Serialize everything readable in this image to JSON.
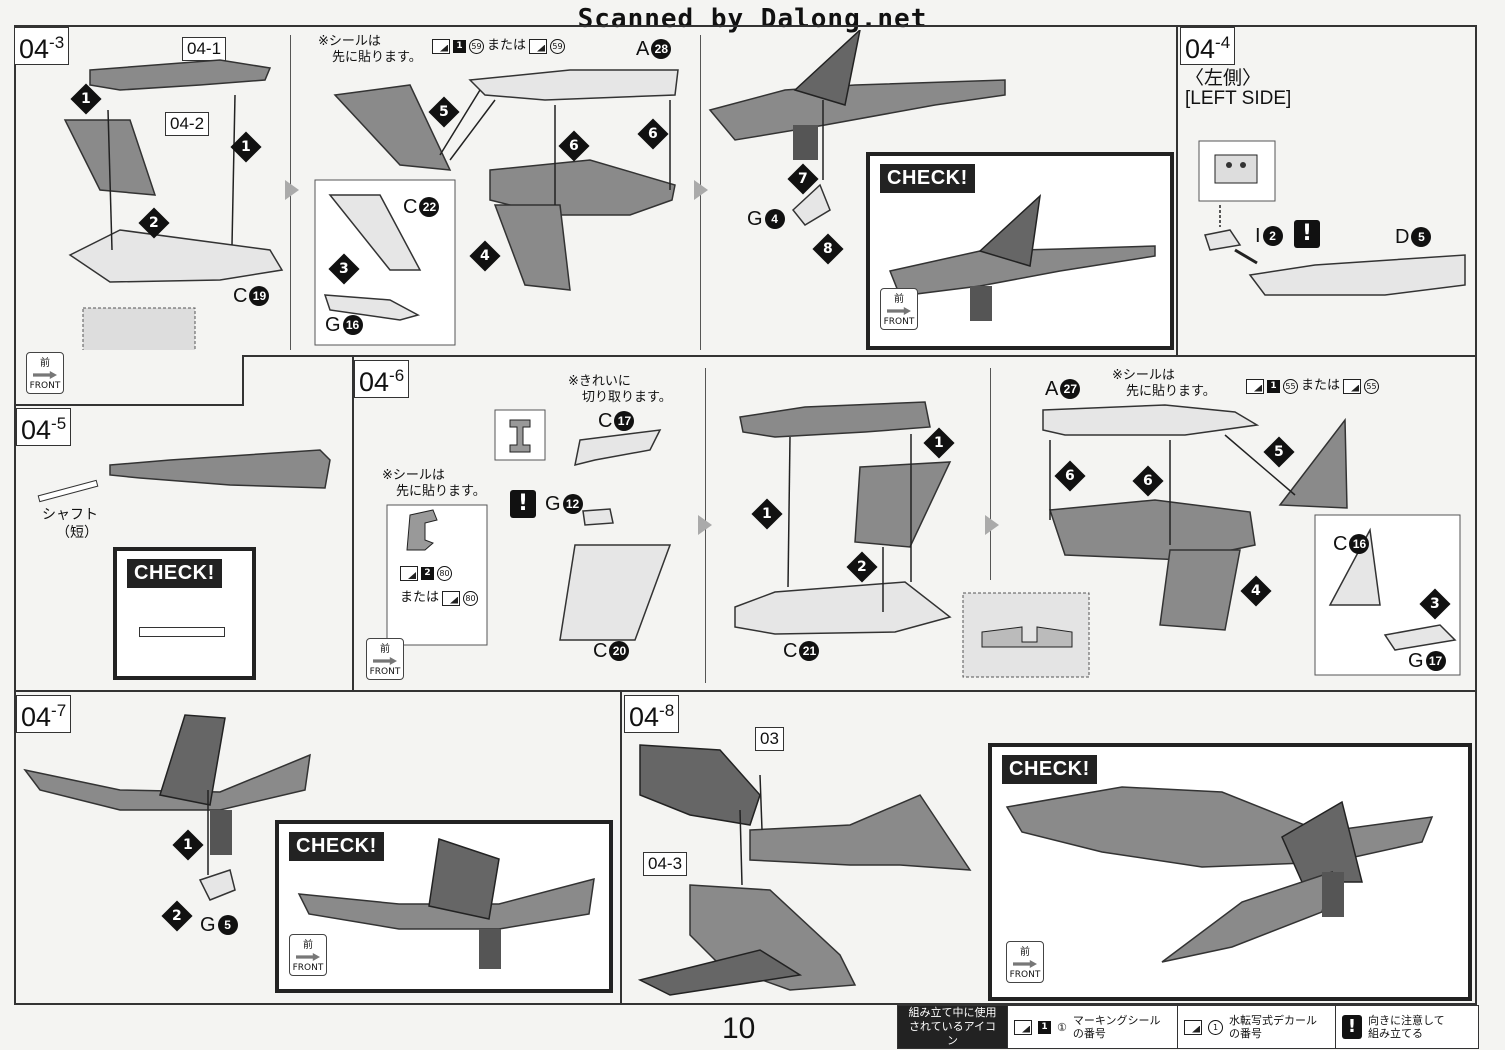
{
  "watermark": "Scanned by Dalong.net",
  "page_number": "10",
  "steps": {
    "s043": {
      "label": "04",
      "sub": "-3"
    },
    "s044": {
      "label": "04",
      "sub": "-4",
      "side_jp": "〈左側〉",
      "side_en": "[LEFT SIDE]"
    },
    "s045": {
      "label": "04",
      "sub": "-5"
    },
    "s046": {
      "label": "04",
      "sub": "-6"
    },
    "s047": {
      "label": "04",
      "sub": "-7"
    },
    "s048": {
      "label": "04",
      "sub": "-8"
    }
  },
  "refs": {
    "r041": "04-1",
    "r042": "04-2",
    "r03": "03",
    "r043": "04-3"
  },
  "parts": {
    "c19": {
      "letter": "C",
      "num": "19"
    },
    "c22": {
      "letter": "C",
      "num": "22"
    },
    "g16": {
      "letter": "G",
      "num": "16"
    },
    "a28": {
      "letter": "A",
      "num": "28"
    },
    "g4": {
      "letter": "G",
      "num": "4"
    },
    "i2": {
      "letter": "I",
      "num": "2"
    },
    "d5": {
      "letter": "D",
      "num": "5"
    },
    "c17": {
      "letter": "C",
      "num": "17"
    },
    "g12": {
      "letter": "G",
      "num": "12"
    },
    "c20": {
      "letter": "C",
      "num": "20"
    },
    "c21": {
      "letter": "C",
      "num": "21"
    },
    "a27": {
      "letter": "A",
      "num": "27"
    },
    "c16": {
      "letter": "C",
      "num": "16"
    },
    "g17": {
      "letter": "G",
      "num": "17"
    },
    "g5": {
      "letter": "G",
      "num": "5"
    }
  },
  "notes": {
    "seal_first_1": "※シールは",
    "seal_first_2": "先に貼ります。",
    "marking_59": "59",
    "marking_or": "または",
    "clean_cut_1": "※きれいに",
    "clean_cut_2": "切り取ります。",
    "marking_80": "80",
    "marking_55": "55",
    "shaft_jp": "シャフト",
    "shaft_short": "（短）"
  },
  "check_label": "CHECK!",
  "front_badge": {
    "kanji": "前",
    "text": "FRONT"
  },
  "steps_numbers": {
    "one": "1",
    "two": "2",
    "three": "3",
    "four": "4",
    "five": "5",
    "six": "6",
    "seven": "7",
    "eight": "8"
  },
  "legend": {
    "header_1": "組み立て中に使用",
    "header_2": "されているアイコン",
    "marking_1": "マーキングシール",
    "marking_2": "の番号",
    "decal_1": "水転写式デカール",
    "decal_2": "の番号",
    "caution_1": "向きに注意して",
    "caution_2": "組み立てる",
    "sample_sq": "1",
    "sample_circ": "①"
  }
}
